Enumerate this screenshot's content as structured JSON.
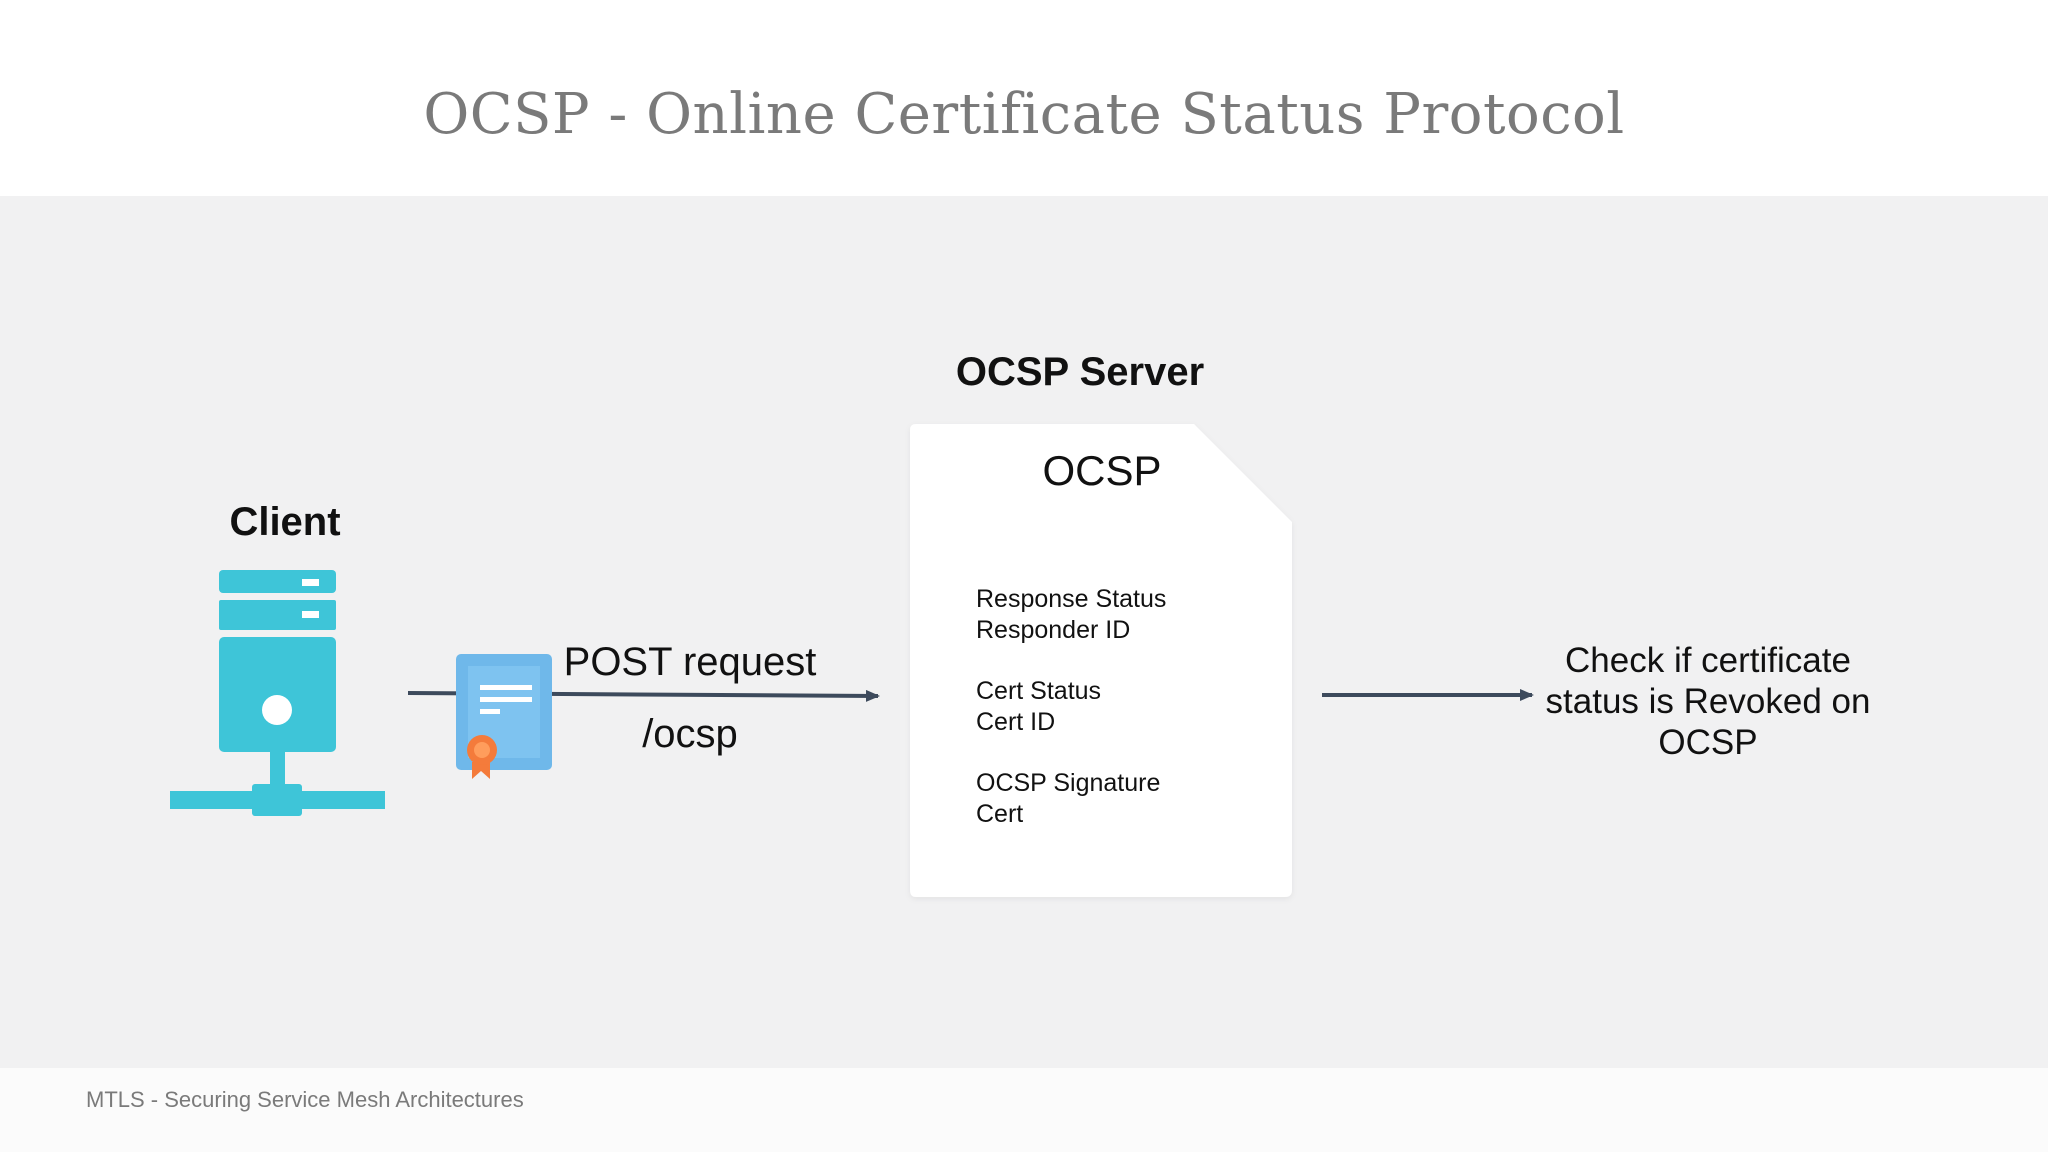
{
  "title": "OCSP - Online Certificate Status Protocol",
  "footer": "MTLS - Securing Service Mesh Architectures",
  "client": {
    "label": "Client",
    "icon": "server-icon"
  },
  "request": {
    "method_label": "POST request",
    "path_label": "/ocsp",
    "icon": "certificate-icon"
  },
  "server": {
    "label": "OCSP Server",
    "document": {
      "title": "OCSP",
      "fields": [
        "Response Status",
        "Responder ID",
        "Cert Status",
        "Cert ID",
        "OCSP Signature",
        "Cert"
      ]
    }
  },
  "result": {
    "line1": "Check if certificate",
    "line2": "status is Revoked on",
    "line3": "OCSP"
  },
  "colors": {
    "server_teal": "#3ec5d8",
    "cert_blue": "#6fb8ea",
    "ribbon_orange": "#f47b3b",
    "arrow": "#3d4a5c",
    "stage_bg": "#f1f1f2"
  }
}
